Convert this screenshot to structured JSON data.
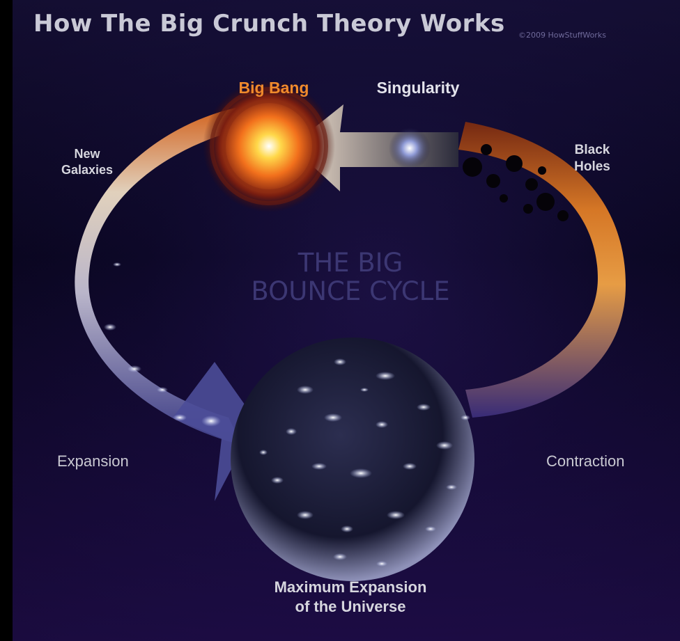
{
  "title": "How The Big Crunch Theory Works",
  "copyright": "©2009 HowStuffWorks",
  "labels": {
    "big_bang": "Big Bang",
    "singularity": "Singularity",
    "new_galaxies_1": "New",
    "new_galaxies_2": "Galaxies",
    "black_holes_1": "Black",
    "black_holes_2": "Holes",
    "expansion": "Expansion",
    "contraction": "Contraction",
    "center_1": "THE BIG",
    "center_2": "BOUNCE CYCLE",
    "max_1": "Maximum Expansion",
    "max_2": "of the Universe"
  },
  "colors": {
    "big_bang": "#f08a2c",
    "background": "#0d0828",
    "center_text": "#3c3773"
  }
}
